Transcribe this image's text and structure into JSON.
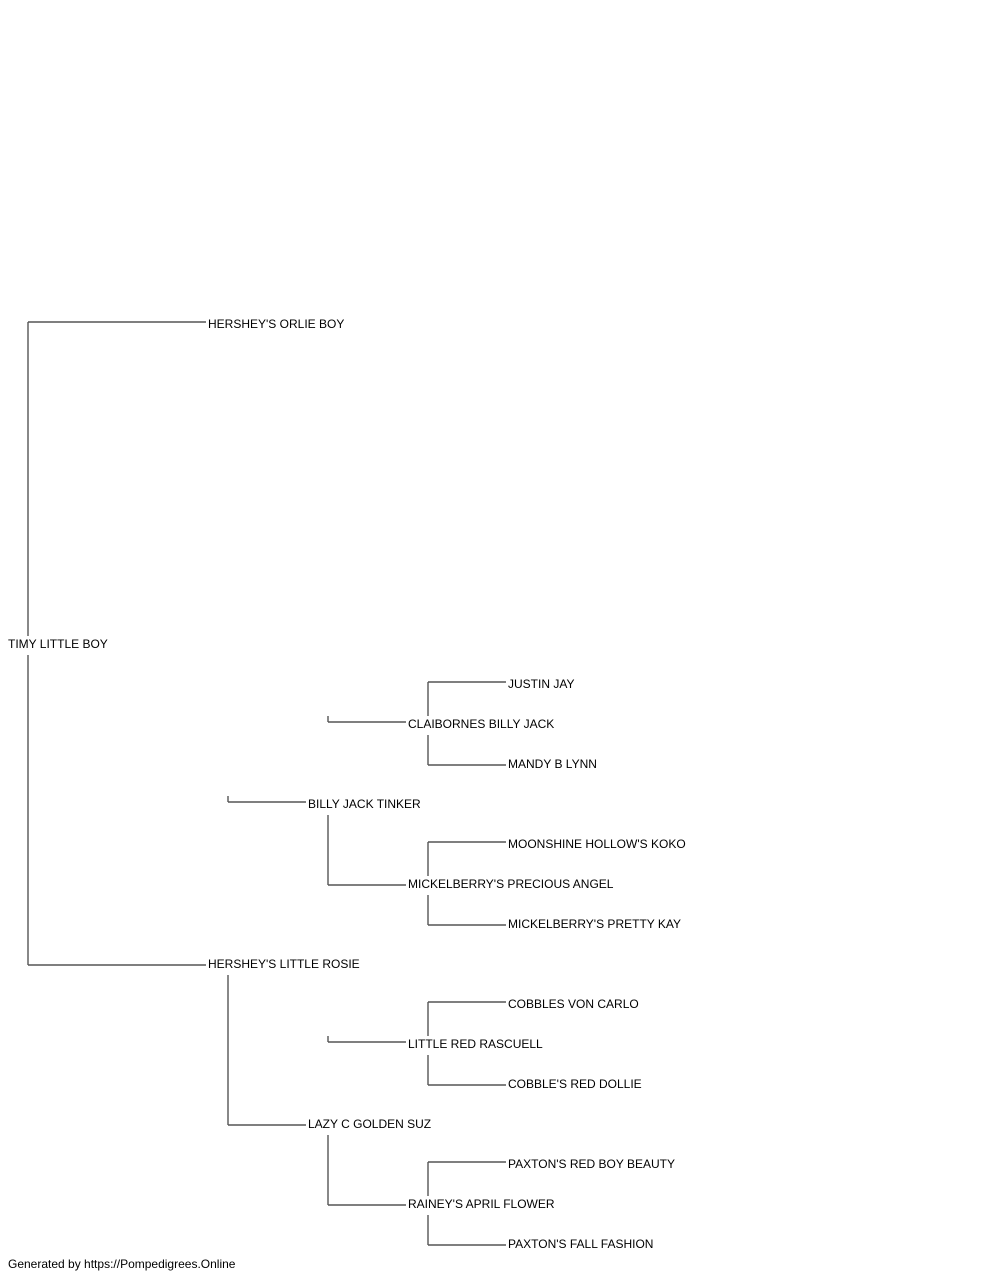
{
  "pedigree": {
    "name": "TIMY LITTLE BOY",
    "sire": {
      "name": "HERSHEY'S ORLIE BOY"
    },
    "dam": {
      "name": "HERSHEY'S LITTLE ROSIE",
      "sire": {
        "name": "BILLY JACK TINKER",
        "sire": {
          "name": "CLAIBORNES BILLY JACK",
          "sire": {
            "name": "JUSTIN JAY"
          },
          "dam": {
            "name": "MANDY B LYNN"
          }
        },
        "dam": {
          "name": "MICKELBERRY'S PRECIOUS ANGEL",
          "sire": {
            "name": "MOONSHINE HOLLOW'S KOKO"
          },
          "dam": {
            "name": "MICKELBERRY'S PRETTY KAY"
          }
        }
      },
      "dam": {
        "name": "LAZY C GOLDEN SUZ",
        "sire": {
          "name": "LITTLE RED RASCUELL",
          "sire": {
            "name": "COBBLES VON CARLO"
          },
          "dam": {
            "name": "COBBLE'S RED DOLLIE"
          }
        },
        "dam": {
          "name": "RAINEY'S APRIL FLOWER",
          "sire": {
            "name": "PAXTON'S RED BOY BEAUTY"
          },
          "dam": {
            "name": "PAXTON'S FALL FASHION"
          }
        }
      }
    }
  },
  "footer": "Generated by https://Pompedigrees.Online",
  "line_color": "#555555",
  "text_color": "#000000"
}
